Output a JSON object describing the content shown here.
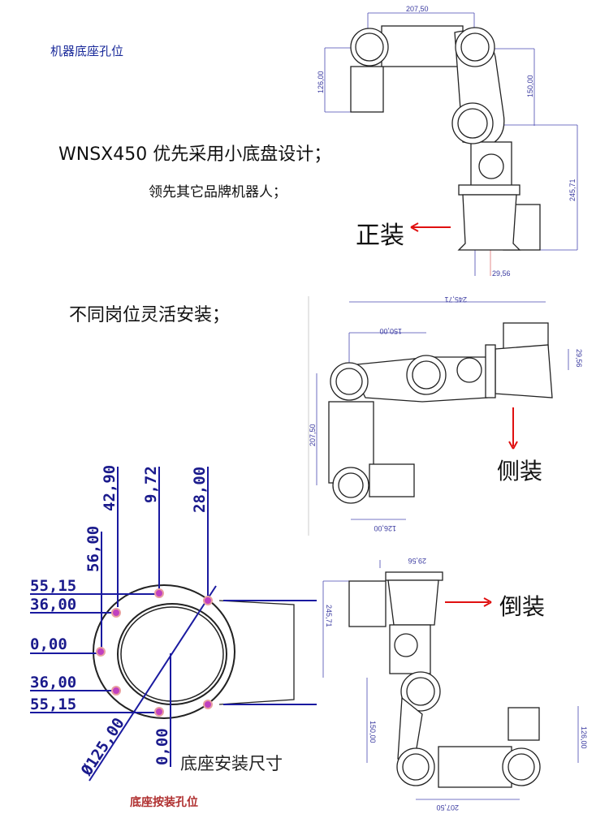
{
  "header_label": "机器底座孔位",
  "headline": "WNSX450 优先采用小底盘设计；",
  "subline": "领先其它品牌机器人；",
  "mounting_line": "不同岗位灵活安装；",
  "mounts": {
    "upright": "正装",
    "side": "侧装",
    "inverted": "倒装"
  },
  "robot_dims": {
    "width": "207,50",
    "tool_height": "126,00",
    "arm": "150,00",
    "base_height": "245,71",
    "offset": "29,56"
  },
  "base_dims": {
    "left": [
      "55,15",
      "36,00",
      "0,00",
      "36,00",
      "55,15"
    ],
    "top": [
      "56,00",
      "42,90",
      "9,72",
      "28,00"
    ],
    "diameter": "Ø125,00",
    "center": "0,00"
  },
  "base_caption": "底座安装尺寸",
  "base_footer": "底座按装孔位",
  "colors": {
    "accent_blue": "#1a1aa0",
    "arrow_red": "#e01010",
    "footer_red": "#b03030"
  }
}
